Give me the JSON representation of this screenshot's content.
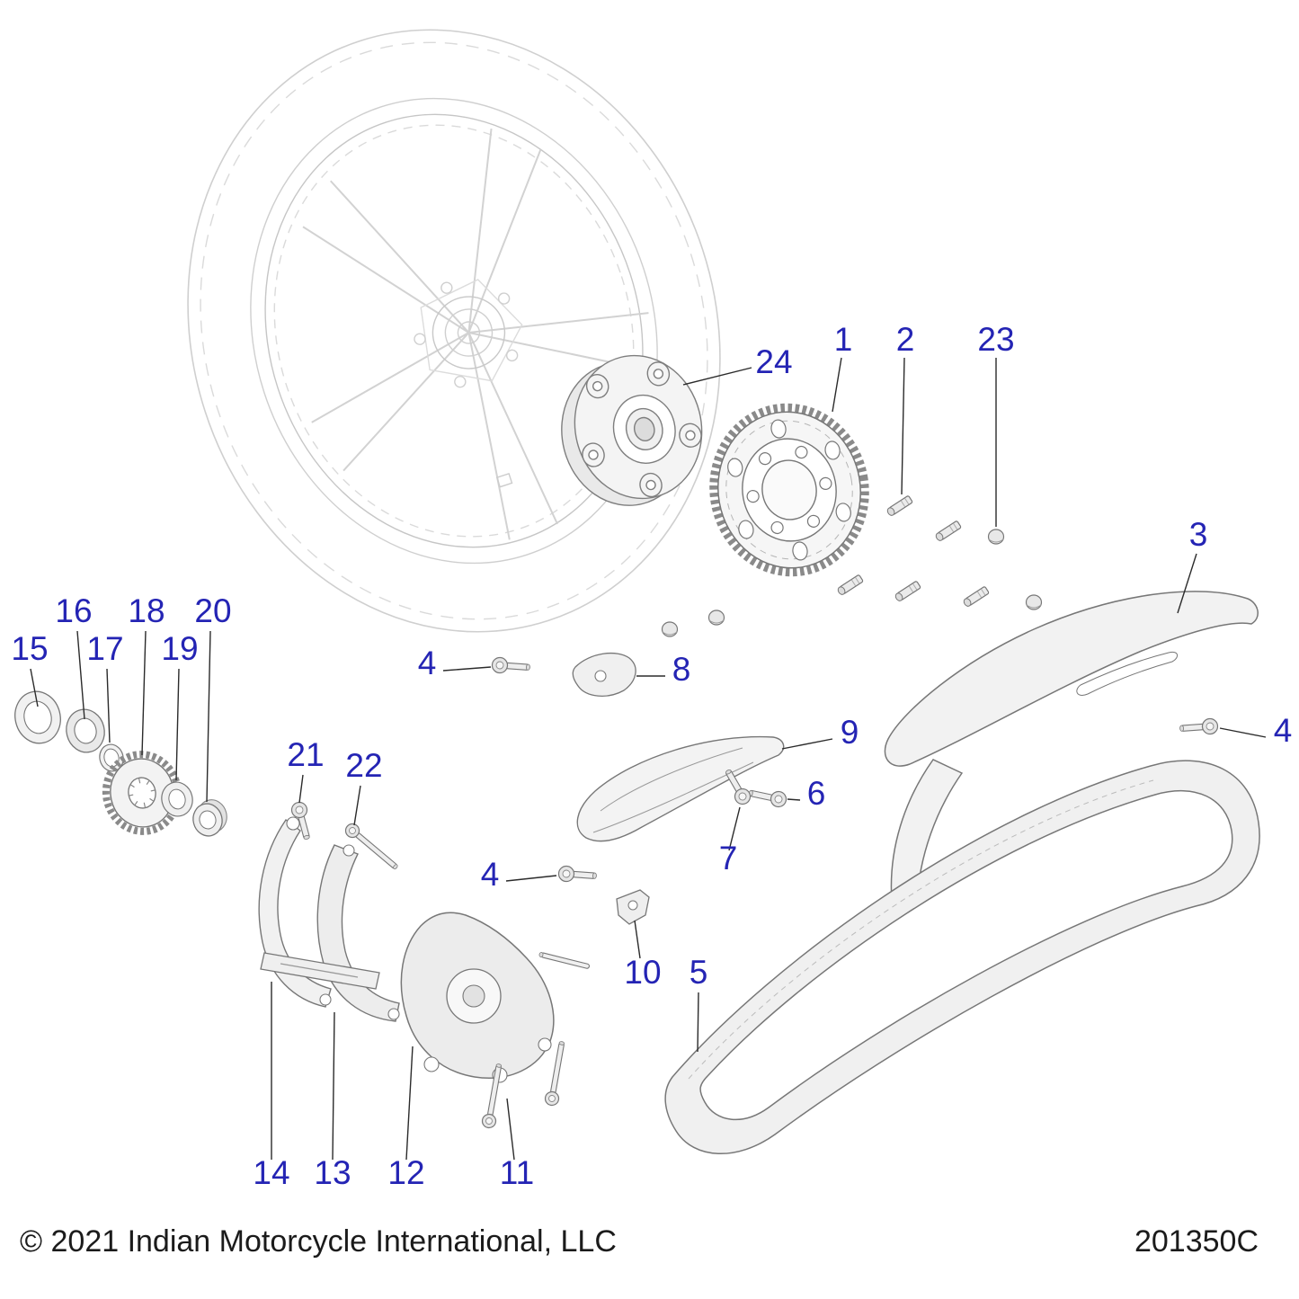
{
  "colors": {
    "callout": "#2424b4",
    "leader": "#2b2b2b"
  },
  "footer": {
    "copyright": "© 2021 Indian Motorcycle International, LLC",
    "diagram_code": "201350C"
  },
  "callouts": [
    {
      "part": "24"
    },
    {
      "part": "1"
    },
    {
      "part": "2"
    },
    {
      "part": "23"
    },
    {
      "part": "3"
    },
    {
      "part": "4"
    },
    {
      "part": "8"
    },
    {
      "part": "9"
    },
    {
      "part": "4"
    },
    {
      "part": "6"
    },
    {
      "part": "7"
    },
    {
      "part": "15"
    },
    {
      "part": "16"
    },
    {
      "part": "17"
    },
    {
      "part": "18"
    },
    {
      "part": "19"
    },
    {
      "part": "20"
    },
    {
      "part": "21"
    },
    {
      "part": "22"
    },
    {
      "part": "4"
    },
    {
      "part": "10"
    },
    {
      "part": "5"
    },
    {
      "part": "14"
    },
    {
      "part": "13"
    },
    {
      "part": "12"
    },
    {
      "part": "11"
    }
  ]
}
